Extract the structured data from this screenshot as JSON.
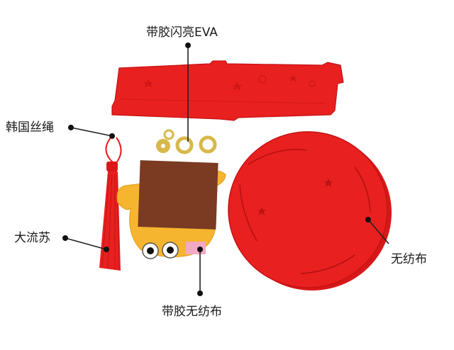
{
  "labels": {
    "sequin_eva": "带胶闪亮EVA",
    "korean_cord": "韩国丝绳",
    "big_tassel": "大流苏",
    "adhesive_nonwoven": "带胶无纺布",
    "nonwoven": "无纺布"
  },
  "colors": {
    "felt_red": "#e8201f",
    "felt_red_dark": "#c41315",
    "felt_brown": "#7a3b22",
    "felt_yellow": "#f6b52e",
    "felt_pink": "#f2a9c6",
    "gold_sequin": "#d7b84a",
    "pointer_line": "#222222"
  }
}
